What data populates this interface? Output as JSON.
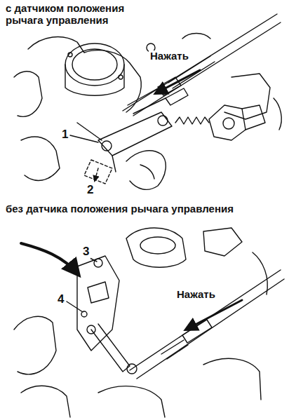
{
  "diagram": {
    "labels": [
      "с датчиком положения рычага управления",
      "Нажать",
      "1",
      "2",
      "без датчика положения рычага управления",
      "Нажать",
      "3",
      "4"
    ]
  }
}
